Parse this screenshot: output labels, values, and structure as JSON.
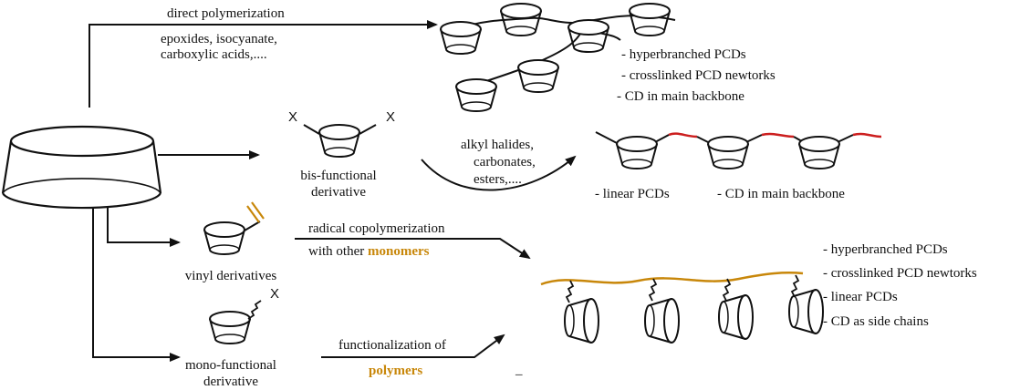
{
  "colors": {
    "accent": "#c8870a",
    "red_linker": "#cc1f1f",
    "line": "#111111"
  },
  "top": {
    "arrow_label": "direct polymerization",
    "reagents_line1": "epoxides, isocyanate,",
    "reagents_line2": "carboxylic acids,....",
    "results": [
      "- hyperbranched PCDs",
      "- crosslinked PCD newtorks",
      "- CD in main backbone"
    ]
  },
  "bis": {
    "x_left": "X",
    "x_right": "X",
    "label_line1": "bis-functional",
    "label_line2": "derivative",
    "reagents": [
      "alkyl halides,",
      "carbonates,",
      "esters,...."
    ],
    "result_left": "- linear PCDs",
    "result_right": "- CD in main backbone"
  },
  "vinyl": {
    "label": "vinyl derivatives",
    "arrow_label_line1": "radical copolymerization",
    "arrow_label_line2_prefix": "with other ",
    "arrow_label_line2_accent": "monomers"
  },
  "mono": {
    "x": "X",
    "label_line1": "mono-functional",
    "label_line2": "derivative",
    "arrow_label_line1": "functionalization of",
    "arrow_label_line2_accent": "polymers",
    "stray_mark": "_"
  },
  "side_results": [
    "- hyperbranched PCDs",
    "- crosslinked PCD newtorks",
    "- linear PCDs",
    "- CD as side chains"
  ]
}
